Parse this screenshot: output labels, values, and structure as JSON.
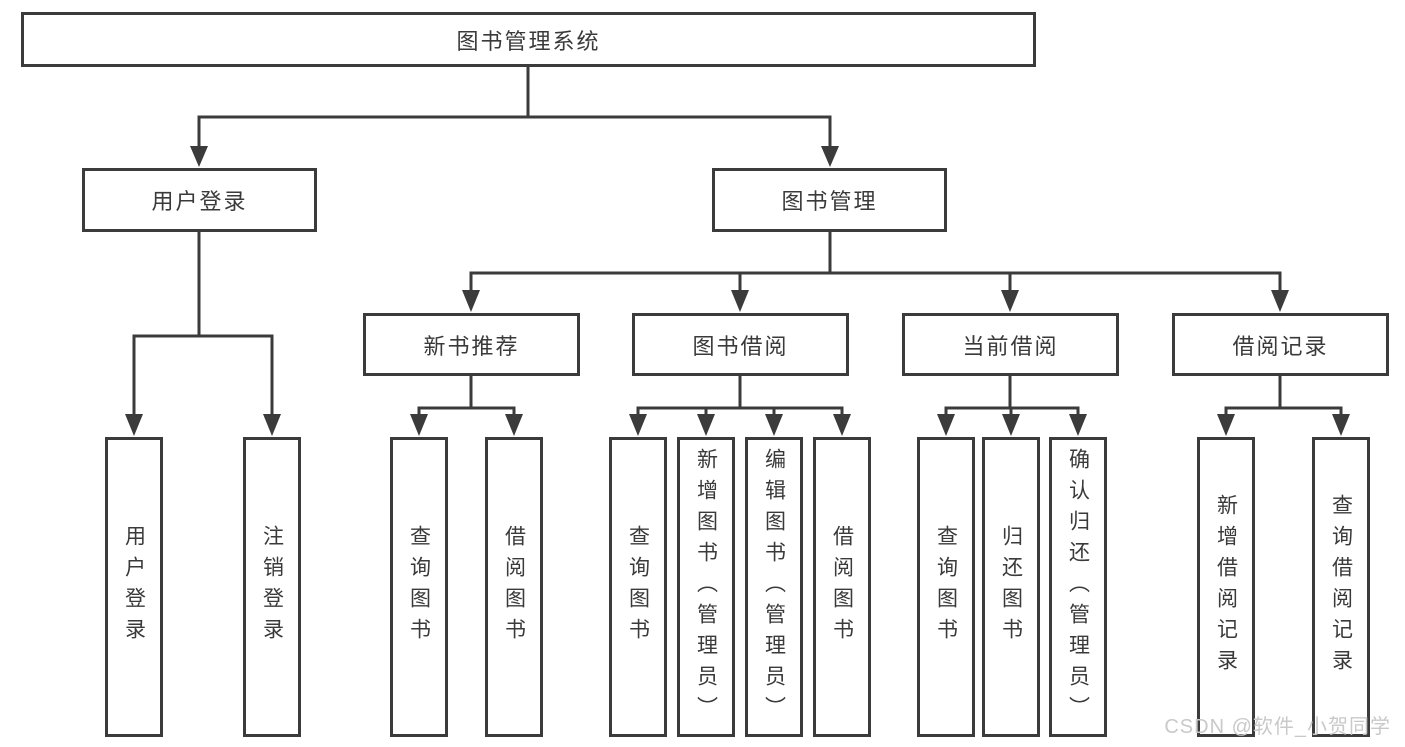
{
  "colors": {
    "background": "#ffffff",
    "box-bg": "#ffffff",
    "line": "#3b3b3b",
    "text": "#3a3a3a",
    "watermark": "#c9c9c9"
  },
  "diagram": {
    "root": {
      "label": "图书管理系统"
    },
    "branches": [
      {
        "label": "用户登录",
        "children": [
          {
            "label": "用户登录"
          },
          {
            "label": "注销登录"
          }
        ]
      },
      {
        "label": "图书管理",
        "children": [
          {
            "label": "新书推荐",
            "children": [
              {
                "label": "查询图书"
              },
              {
                "label": "借阅图书"
              }
            ]
          },
          {
            "label": "图书借阅",
            "children": [
              {
                "label": "查询图书"
              },
              {
                "label": "新增图书（管理员）"
              },
              {
                "label": "编辑图书（管理员）"
              },
              {
                "label": "借阅图书"
              }
            ]
          },
          {
            "label": "当前借阅",
            "children": [
              {
                "label": "查询图书"
              },
              {
                "label": "归还图书"
              },
              {
                "label": "确认归还（管理员）"
              }
            ]
          },
          {
            "label": "借阅记录",
            "children": [
              {
                "label": "新增借阅记录"
              },
              {
                "label": "查询借阅记录"
              }
            ]
          }
        ]
      }
    ]
  },
  "watermark": {
    "text": "CSDN @软件_小贺同学"
  }
}
